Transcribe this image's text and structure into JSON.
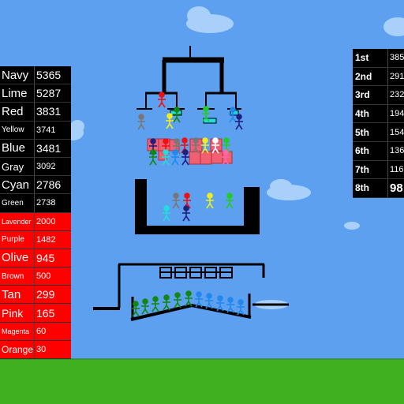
{
  "leaderboard": [
    {
      "name": "Navy",
      "score": "5365",
      "bg": "#000000",
      "size": 15
    },
    {
      "name": "Lime",
      "score": "5287",
      "bg": "#000000",
      "size": 15
    },
    {
      "name": "Red",
      "score": "3831",
      "bg": "#000000",
      "size": 15
    },
    {
      "name": "Yellow",
      "score": "3741",
      "bg": "#000000",
      "size": 10
    },
    {
      "name": "Blue",
      "score": "3481",
      "bg": "#000000",
      "size": 15
    },
    {
      "name": "Gray",
      "score": "3092",
      "bg": "#000000",
      "size": 13
    },
    {
      "name": "Cyan",
      "score": "2786",
      "bg": "#000000",
      "size": 15
    },
    {
      "name": "Green",
      "score": "2738",
      "bg": "#000000",
      "size": 10
    },
    {
      "name": "Lavender",
      "score": "2000",
      "bg": "#ff0000",
      "size": 9
    },
    {
      "name": "Purple",
      "score": "1482",
      "bg": "#ff0000",
      "size": 10
    },
    {
      "name": "Olive",
      "score": "945",
      "bg": "#ff0000",
      "size": 15
    },
    {
      "name": "Brown",
      "score": "500",
      "bg": "#ff0000",
      "size": 10
    },
    {
      "name": "Tan",
      "score": "299",
      "bg": "#ff0000",
      "size": 15
    },
    {
      "name": "Pink",
      "score": "165",
      "bg": "#ff0000",
      "size": 14
    },
    {
      "name": "Magenta",
      "score": "60",
      "bg": "#ff0000",
      "size": 9
    },
    {
      "name": "Orange",
      "score": "30",
      "bg": "#ff0000",
      "size": 12
    }
  ],
  "rankings": [
    {
      "place": "1st",
      "value": "385"
    },
    {
      "place": "2nd",
      "value": "291"
    },
    {
      "place": "3rd",
      "value": "232"
    },
    {
      "place": "4th",
      "value": "194"
    },
    {
      "place": "5th",
      "value": "154"
    },
    {
      "place": "6th",
      "value": "136"
    },
    {
      "place": "7th",
      "value": "116"
    },
    {
      "place": "8th",
      "value": "98"
    }
  ],
  "colors": {
    "sky": "#5ea0f0",
    "grass": "#40b020",
    "ground": "#2a8010",
    "cloud": "#a8d0fb",
    "structure": "#000000",
    "crate": "#f06070"
  },
  "team_colors": {
    "navy": "#202080",
    "lime": "#22cc22",
    "red": "#ee1111",
    "yellow": "#eeee22",
    "blue": "#2288ee",
    "gray": "#777777",
    "cyan": "#22dddd",
    "green": "#118811",
    "pink": "#ff66aa",
    "white": "#ffffff"
  }
}
